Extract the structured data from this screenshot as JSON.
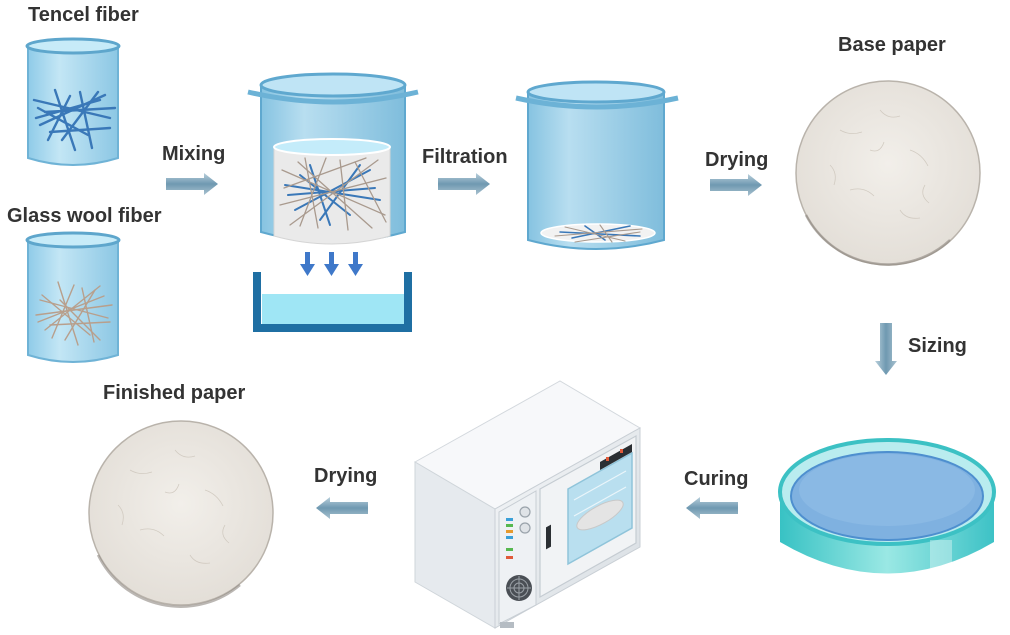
{
  "labels": {
    "tencel": "Tencel fiber",
    "glass": "Glass wool fiber",
    "mixing": "Mixing",
    "filtration": "Filtration",
    "drying_top": "Drying",
    "base_paper": "Base paper",
    "sizing": "Sizing",
    "curing": "Curing",
    "drying_bottom": "Drying",
    "finished": "Finished paper"
  },
  "colors": {
    "vessel_blue": "#a8d8ef",
    "vessel_rim": "#5fa8cf",
    "tray_blue": "#1f6fa3",
    "water": "#9fe6f5",
    "arrow": "#7fa7bd",
    "paper": "#ece9e4",
    "dish_teal": "#3fc4c7",
    "tencel_fiber": "#3a78b8",
    "glass_fiber": "#b89f8c"
  }
}
